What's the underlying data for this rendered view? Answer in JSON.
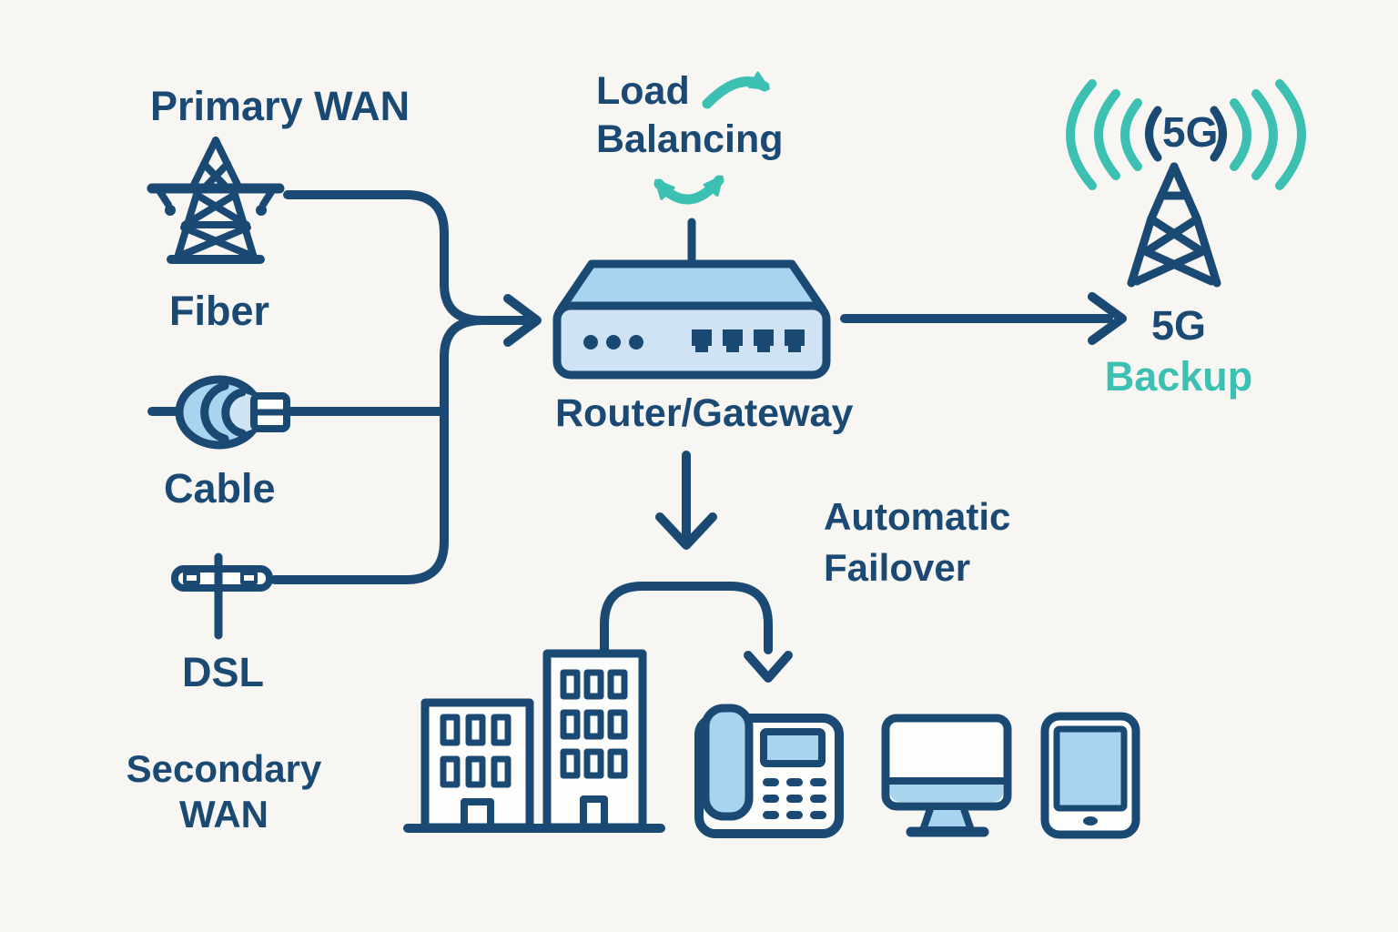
{
  "theme": {
    "colors": {
      "navy": "#1a4a73",
      "teal": "#3cc0b2",
      "light-blue": "#a8d4f0",
      "pale-blue": "#cfe3f4",
      "paper": "#f8f6f3",
      "white": "#fdfdfc"
    }
  },
  "labels": {
    "primary_wan": "Primary WAN",
    "fiber": "Fiber",
    "cable": "Cable",
    "dsl": "DSL",
    "secondary_wan": {
      "line1": "Secondary",
      "line2": "WAN"
    },
    "load_balancing": {
      "line1": "Load",
      "line2": "Balancing"
    },
    "router_gateway": "Router/Gateway",
    "automatic_failover": {
      "line1": "Automatic",
      "line2": "Failover"
    },
    "tower_badge": "5G",
    "backup": {
      "line1": "5G",
      "line2": "Backup"
    }
  },
  "icons": [
    "transmission-tower-icon",
    "cable-connector-icon",
    "dsl-modem-icon",
    "router-icon",
    "load-balancing-arrows-icon",
    "signal-waves-icon",
    "cell-tower-icon",
    "buildings-icon",
    "desk-phone-icon",
    "monitor-icon",
    "tablet-icon"
  ]
}
